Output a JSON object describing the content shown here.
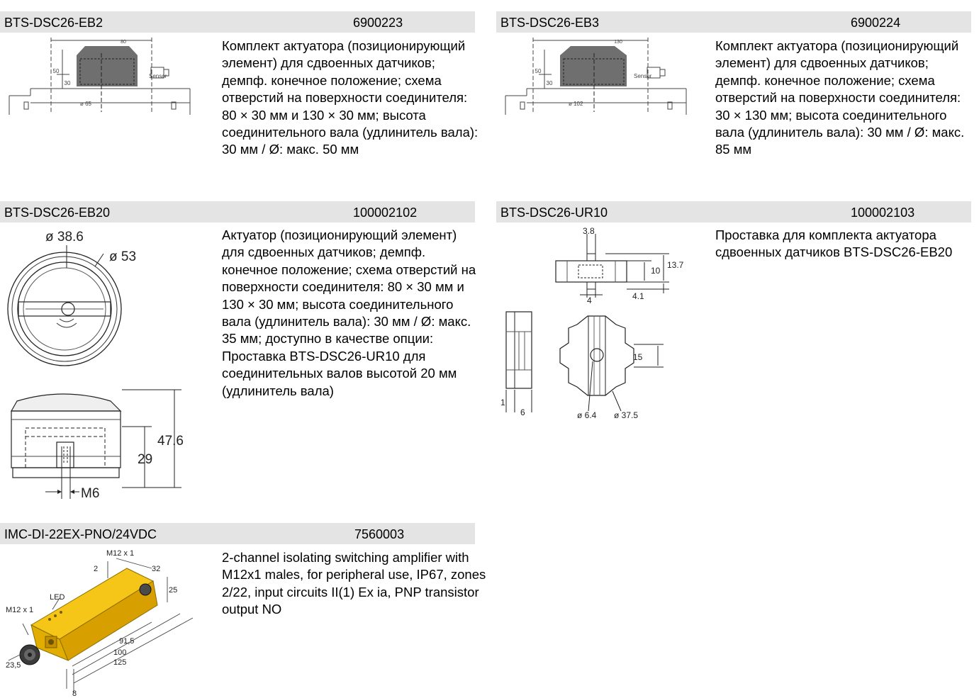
{
  "products": [
    {
      "name": "BTS-DSC26-EB2",
      "code": "6900223",
      "description": "Комплект актуатора (позиционирующий элемент) для сдвоенных датчиков; демпф. конечное положение; схема отверстий на поверхности соединителя: 80 × 30 мм и 130 × 30 мм; высота соединительного вала (удлинитель вала): 30 мм / Ø: макс. 50 мм",
      "drawing": {
        "width": "80",
        "height_outer": "50",
        "height_inner": "30",
        "diameter": "ø 65",
        "label": "Sensor"
      }
    },
    {
      "name": "BTS-DSC26-EB3",
      "code": "6900224",
      "description": "Комплект актуатора (позиционирующий элемент) для сдвоенных датчиков; демпф. конечное положение; схема отверстий на поверхности соединителя: 30 × 130 мм; высота соединительного вала (удлинитель вала): 30 мм / Ø: макс. 85 мм",
      "drawing": {
        "width": "130",
        "height_outer": "50",
        "height_inner": "30",
        "diameter": "ø 102",
        "label": "Sensor"
      }
    },
    {
      "name": "BTS-DSC26-EB20",
      "code": "100002102",
      "description": "Актуатор (позиционирующий элемент) для сдвоенных датчиков; демпф. конечное положение; схема отверстий на поверхности соединителя: 80 × 30 мм и 130 × 30 мм; высота соединительного вала (удлинитель вала): 30 мм / Ø: макс. 35 мм; доступно в качестве опции: Проставка BTS-DSC26-UR10 для соединительных валов высотой 20 мм (удлинитель вала)",
      "drawing": {
        "d_inner": "ø 38.6",
        "d_outer": "ø 53",
        "height_total": "47.6",
        "height_inner": "29",
        "thread": "M6"
      }
    },
    {
      "name": "BTS-DSC26-UR10",
      "code": "100002103",
      "description": "Проставка для комплекта актуатора сдвоенных датчиков BTS-DSC26-EB20",
      "drawing": {
        "d_top": "3.8",
        "h1": "10",
        "h2": "13.7",
        "w_bottom": "4",
        "h3": "4.1",
        "side_a": "1",
        "side_b": "6",
        "dim_15": "15",
        "d_hole": "ø 6.4",
        "d_outer": "ø 37.5"
      }
    },
    {
      "name": "IMC-DI-22EX-PNO/24VDC",
      "code": "7560003",
      "description": "2-channel isolating switching amplifier with M12x1 males, for peripheral use, IP67, zones 2/22, input circuits II(1) Ex ia, PNP transistor output NO",
      "drawing": {
        "conn_top": "M12 x 1",
        "conn_left": "M12 x 1",
        "led": "LED",
        "d2": "2",
        "d32": "32",
        "d25": "25",
        "d915": "91,5",
        "d100": "100",
        "d125": "125",
        "d235": "23,5",
        "d8": "8"
      }
    }
  ]
}
